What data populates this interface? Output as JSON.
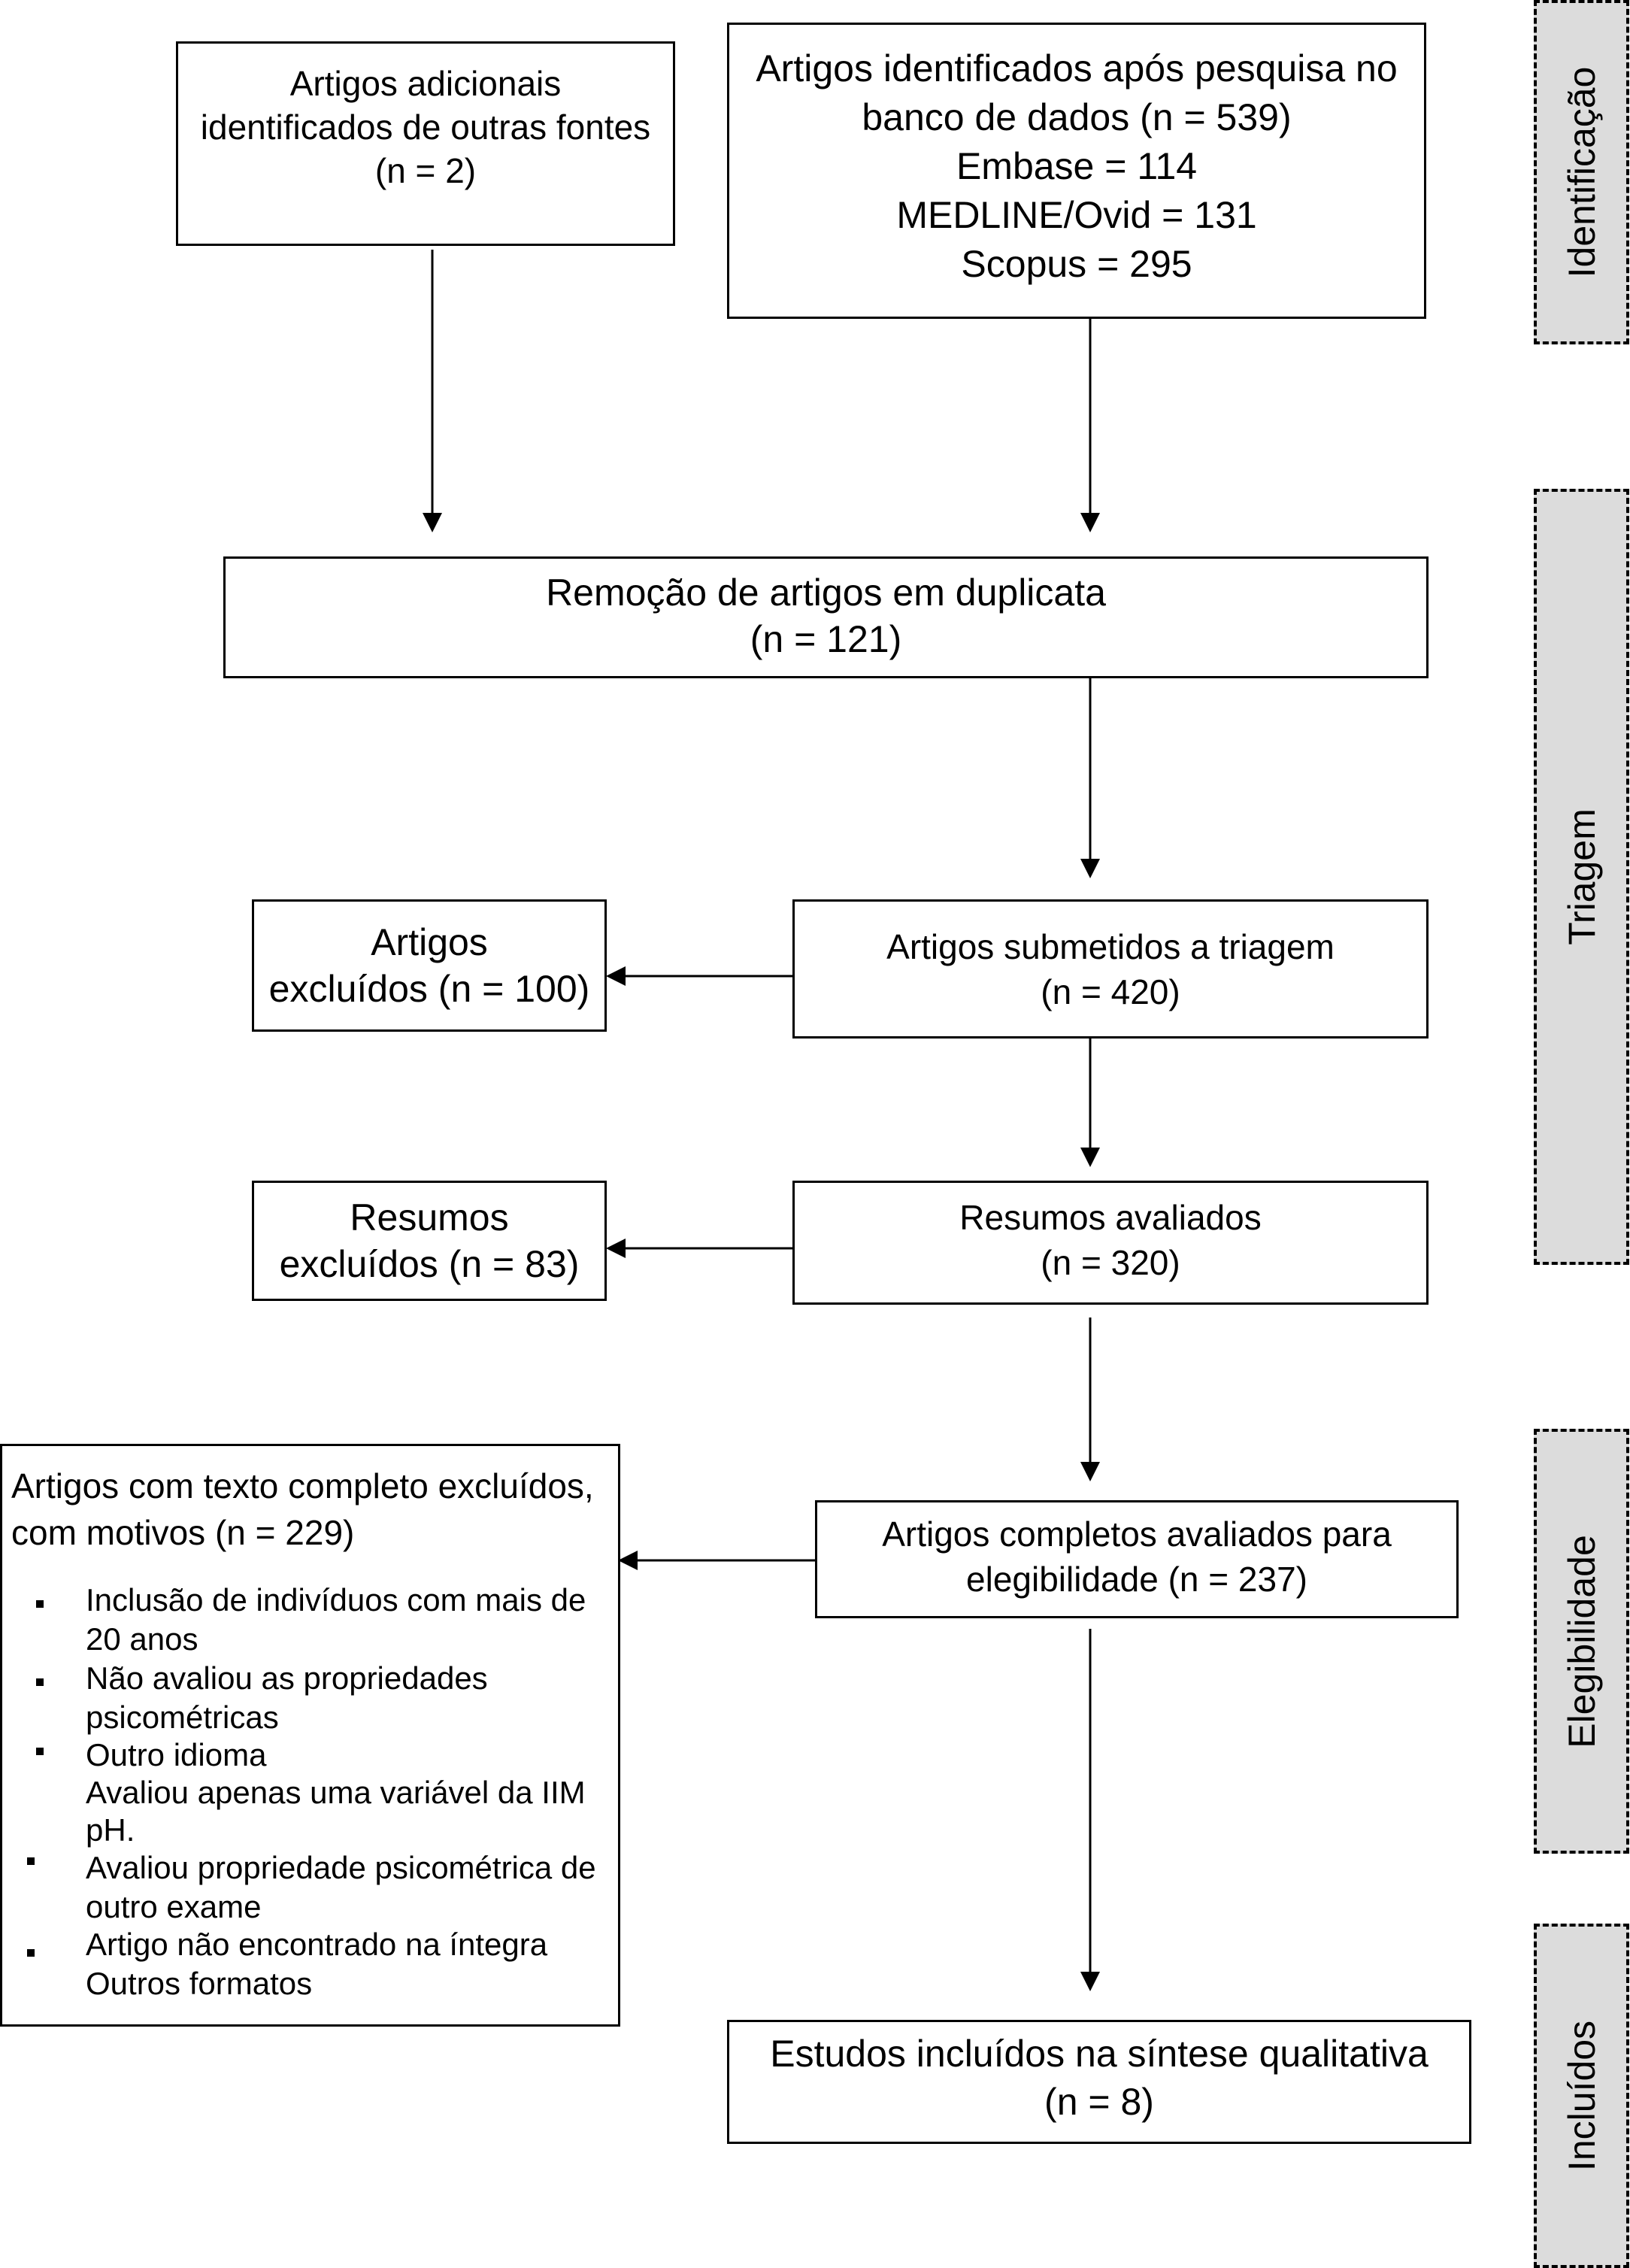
{
  "boxes": {
    "additional": {
      "lines": [
        "Artigos adicionais",
        "identificados de outras fontes",
        "(n = 2)"
      ]
    },
    "identified": {
      "lines": [
        "Artigos identificados após pesquisa no",
        "banco de dados (n = 539)",
        "Embase = 114",
        "MEDLINE/Ovid = 131",
        "Scopus = 295"
      ]
    },
    "duplicates": {
      "lines": [
        "Remoção de artigos em duplicata",
        "(n = 121)"
      ]
    },
    "screened": {
      "lines": [
        "Artigos submetidos a triagem",
        "(n = 420)"
      ]
    },
    "excluded_articles": {
      "lines": [
        "Artigos",
        "excluídos (n = 100)"
      ]
    },
    "abstracts": {
      "lines": [
        "Resumos avaliados",
        "(n = 320)"
      ]
    },
    "excluded_abstracts": {
      "lines": [
        "Resumos",
        "excluídos (n =  83)"
      ]
    },
    "fulltext": {
      "lines": [
        "Artigos completos avaliados para",
        "elegibilidade (n = 237)"
      ]
    },
    "fulltext_excluded": {
      "heading": [
        "Artigos com texto completo excluídos,",
        "com motivos (n = 229)"
      ],
      "items": [
        "Inclusão de indivíduos com mais de",
        "20 anos",
        "Não avaliou as propriedades",
        "psicométricas",
        "Outro idioma",
        "Avaliou apenas uma variável da IIM",
        "pH.",
        "Avaliou propriedade psicométrica de",
        "outro exame",
        "Artigo não encontrado na íntegra",
        "Outros formatos"
      ]
    },
    "included": {
      "lines": [
        "Estudos incluídos na síntese qualitativa",
        "(n = 8)"
      ]
    }
  },
  "stages": {
    "identification": "Identificação",
    "screening": "Triagem",
    "eligibility": "Elegibilidade",
    "included": "Incluídos"
  }
}
